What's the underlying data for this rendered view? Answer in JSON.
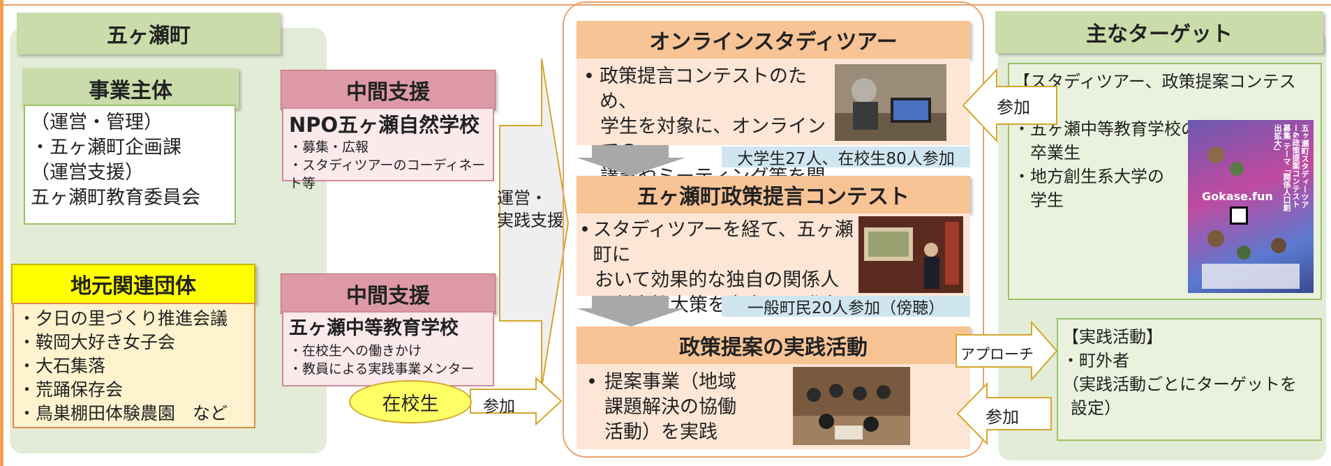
{
  "left": {
    "title": "五ヶ瀬町",
    "jigyo": {
      "title": "事業主体",
      "lines": [
        "（運営・管理）",
        "・五ヶ瀬町企画課",
        "（運営支援）",
        "五ヶ瀬町教育委員会"
      ]
    },
    "jimoto": {
      "title": "地元関連団体",
      "lines": [
        "・夕日の里づくり推進会議",
        "・鞍岡大好き女子会",
        "・大石集落",
        "・荒踊保存会",
        "・鳥巣棚田体験農園　など"
      ]
    }
  },
  "middle": {
    "support1": {
      "title": "中間支援",
      "org": "NPO五ヶ瀬自然学校",
      "items": [
        "・募集・広報",
        "・スタディツアーのコーディネート等"
      ]
    },
    "support2": {
      "title": "中間支援",
      "org": "五ヶ瀬中等教育学校",
      "items": [
        "・在校生への働きかけ",
        "・教員による実践事業メンター"
      ]
    },
    "arrow_label": [
      "運営・",
      "実践支援"
    ],
    "student_oval": "在校生",
    "student_arrow": "参加"
  },
  "center": {
    "tour": {
      "title": "オンラインスタディツアー",
      "lines": [
        "政策提言コンテストのため、",
        "学生を対象に、オンラインでの",
        "講義やミーティング等を開催"
      ],
      "note": "大学生27人、在校生80人参加"
    },
    "contest": {
      "title": "五ヶ瀬町政策提言コンテスト",
      "lines": [
        "スタディツアーを経て、五ヶ瀬町に",
        "おいて効果的な独自の関係人",
        "口創出拡大策を立案し、発表"
      ],
      "note": "一般町民20人参加（傍聴）"
    },
    "practice": {
      "title": "政策提案の実践活動",
      "lines": [
        "提案事業（地域",
        "課題解決の協働",
        "活動）を実践"
      ]
    }
  },
  "right": {
    "title": "主なターゲット",
    "target1": {
      "lines": [
        "【スタディツアー、政策提案コンテスト】",
        "・五ヶ瀬中等教育学校の",
        "　卒業生",
        "・地方創生系大学の",
        "　学生"
      ]
    },
    "poster": {
      "vertical": "五ヶ瀬町スタディーツアー&政策提案コンテスト募集 テーマ「関係人口創出拡大」",
      "brand": "Gokase.fun"
    },
    "target2": {
      "lines": [
        "【実践活動】",
        "・町外者",
        "（実践活動ごとにターゲットを",
        "設定）"
      ]
    },
    "arrows": {
      "sanka1": "参加",
      "approach": "アプローチ",
      "sanka2": "参加"
    }
  }
}
